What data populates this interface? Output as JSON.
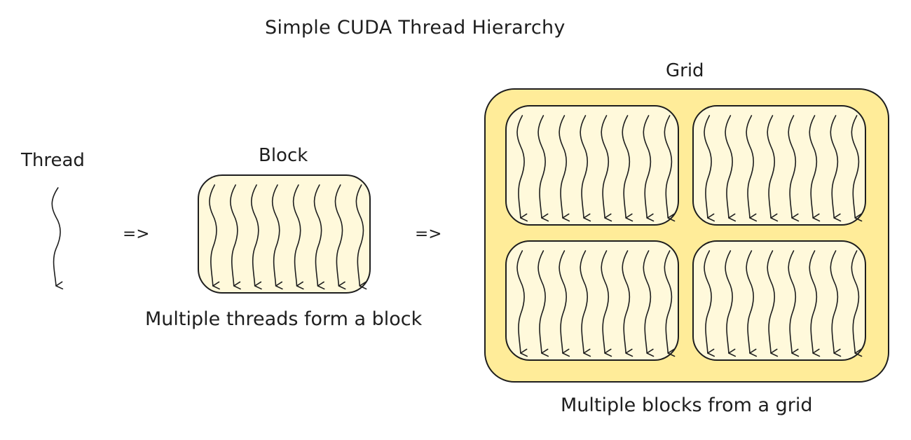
{
  "diagram": {
    "title": "Simple CUDA Thread Hierarchy",
    "thread_label": "Thread",
    "block_label": "Block",
    "grid_label": "Grid",
    "arrow_1": "=>",
    "arrow_2": "=>",
    "block_caption": "Multiple threads form a block",
    "grid_caption": "Multiple blocks from a grid"
  },
  "colors": {
    "ink": "#1e1e1e",
    "block_fill": "#fff9db",
    "grid_fill": "#ffec99"
  },
  "structure": {
    "threads_per_block": 8,
    "grid_blocks": 4
  }
}
